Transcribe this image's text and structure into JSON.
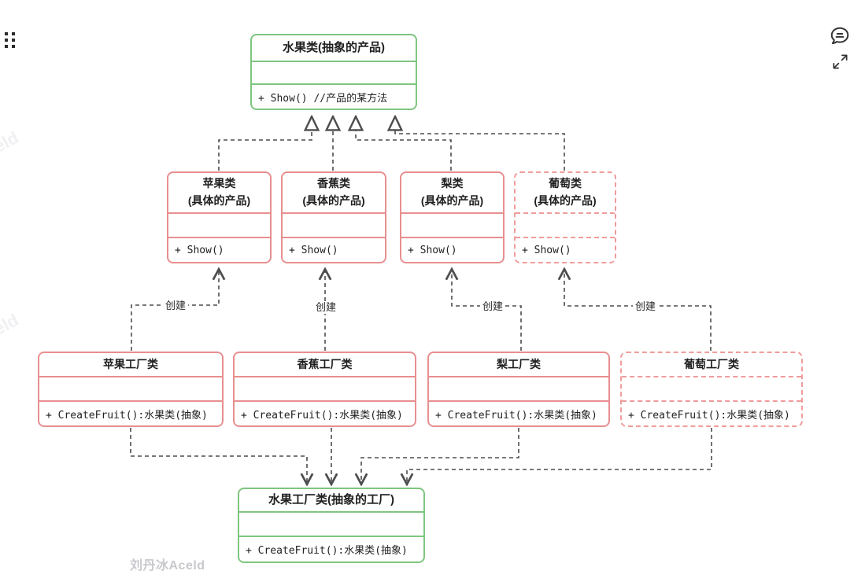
{
  "page": {
    "watermark": "刘丹冰Aceld",
    "edge_watermark_1": "eld",
    "edge_watermark_2": "eld"
  },
  "icons": {
    "top_left": "drag-handle-dots",
    "top_right_comment": "comment-bubble",
    "top_right_expand": "expand-fullscreen"
  },
  "colors": {
    "abstract_border": "#7fc57f",
    "concrete_border": "#e88f8f",
    "concrete_dashed_border": "#f09c9c",
    "connector": "#4d4d4d"
  },
  "nodes": {
    "abstract_product": {
      "title": "水果类(抽象的产品)",
      "methods": "+ Show() //产品的某方法"
    },
    "apple_product": {
      "title": "苹果类",
      "subtitle": "(具体的产品)",
      "methods": "+ Show()"
    },
    "banana_product": {
      "title": "香蕉类",
      "subtitle": "(具体的产品)",
      "methods": "+ Show()"
    },
    "pear_product": {
      "title": "梨类",
      "subtitle": "(具体的产品)",
      "methods": "+ Show()"
    },
    "grape_product": {
      "title": "葡萄类",
      "subtitle": "(具体的产品)",
      "methods": "+ Show()"
    },
    "apple_factory": {
      "title": "苹果工厂类",
      "methods": "+ CreateFruit():水果类(抽象)"
    },
    "banana_factory": {
      "title": "香蕉工厂类",
      "methods": "+ CreateFruit():水果类(抽象)"
    },
    "pear_factory": {
      "title": "梨工厂类",
      "methods": "+ CreateFruit():水果类(抽象)"
    },
    "grape_factory": {
      "title": "葡萄工厂类",
      "methods": "+ CreateFruit():水果类(抽象)"
    },
    "abstract_factory": {
      "title": "水果工厂类(抽象的工厂)",
      "methods": "+ CreateFruit():水果类(抽象)"
    }
  },
  "connectors": {
    "create_labels": [
      "创建",
      "创建",
      "创建",
      "创建"
    ]
  }
}
